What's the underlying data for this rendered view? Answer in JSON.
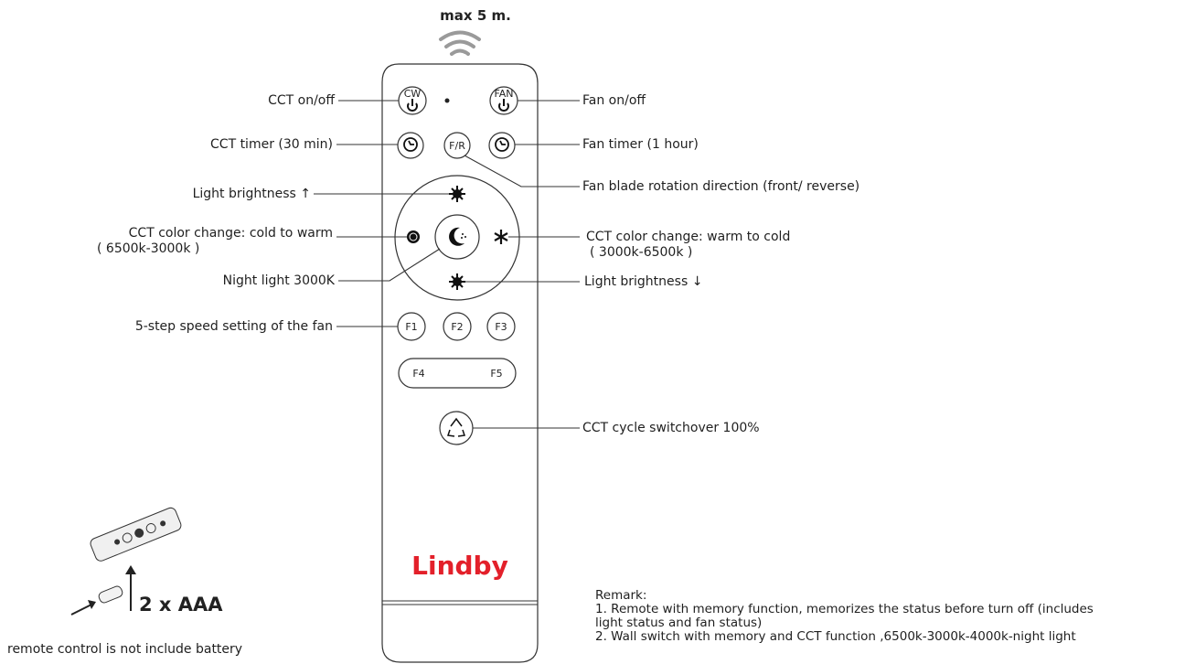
{
  "range": "max 5 m.",
  "brand": "Lindby",
  "labels": {
    "cct_onoff": "CCT on/off",
    "fan_onoff": "Fan on/off",
    "cct_timer": "CCT timer (30 min)",
    "fan_timer": "Fan timer (1 hour)",
    "fan_direction": "Fan blade rotation direction (front/ reverse)",
    "brightness_up": "Light brightness ↑",
    "cold_to_warm": "CCT color change: cold to warm",
    "cold_to_warm_range": "( 6500k-3000k )",
    "warm_to_cold": "CCT color change: warm to cold",
    "warm_to_cold_range": "( 3000k-6500k )",
    "night_light": "Night light 3000K",
    "brightness_down": "Light brightness ↓",
    "fan_speed": "5-step speed setting of the fan",
    "cct_cycle": "CCT cycle switchover 100%"
  },
  "buttons": {
    "cw": "CW",
    "fan": "FAN",
    "fr": "F/R",
    "f1": "F1",
    "f2": "F2",
    "f3": "F3",
    "f4": "F4",
    "f5": "F5"
  },
  "battery": {
    "count": "2 x AAA",
    "note": "remote control is not include battery"
  },
  "remark": {
    "title": "Remark:",
    "line1": "1. Remote with memory function, memorizes the status before turn off (includes",
    "line2": "light status and fan status)",
    "line3": "2. Wall switch with memory and CCT function ,6500k-3000k-4000k-night light"
  },
  "colors": {
    "brand": "#e3202a",
    "outline": "#333333"
  }
}
